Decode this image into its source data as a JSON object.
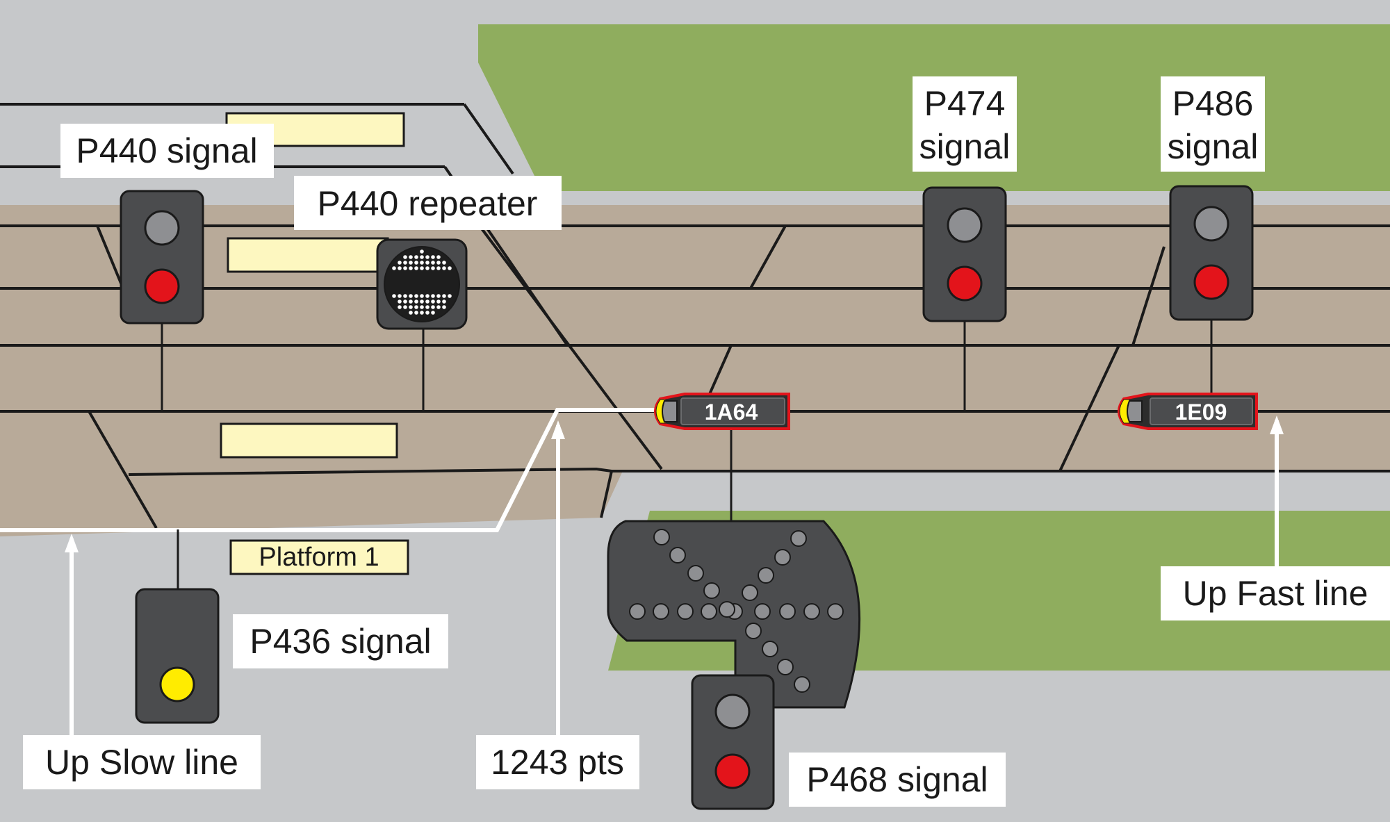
{
  "labels": {
    "p440_signal": "P440 signal",
    "p440_repeater": "P440 repeater",
    "p474_signal_line1": "P474",
    "p474_signal_line2": "signal",
    "p486_signal_line1": "P486",
    "p486_signal_line2": "signal",
    "p436_signal": "P436 signal",
    "p468_signal": "P468 signal",
    "up_slow_line": "Up Slow line",
    "up_fast_line": "Up Fast line",
    "points": "1243 pts",
    "platform_1": "Platform 1"
  },
  "trains": {
    "train_1": "1A64",
    "train_2": "1E09"
  },
  "colors": {
    "background": "#c6c8ca",
    "grass": "#8fad5e",
    "ballast": "#b8aa99",
    "signal_body": "#4b4c4e",
    "red_aspect": "#e3141b",
    "yellow_aspect": "#ffec00",
    "unlit_aspect": "#8e8f92",
    "platform": "#fdf7c0",
    "train_outline": "#e3141b"
  }
}
